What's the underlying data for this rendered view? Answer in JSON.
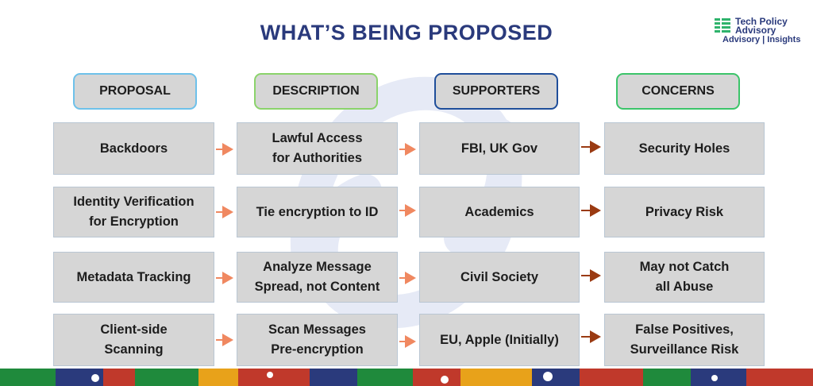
{
  "title": "WHAT’S BEING PROPOSED",
  "brand": {
    "line1": "Tech Policy",
    "line2": "Advisory",
    "line3": "Advisory | Insights"
  },
  "headers": [
    {
      "label": "PROPOSAL",
      "color": "#6ec1ea"
    },
    {
      "label": "DESCRIPTION",
      "color": "#8bd36b"
    },
    {
      "label": "SUPPORTERS",
      "color": "#1f4e9a"
    },
    {
      "label": "CONCERNS",
      "color": "#3cc46a"
    }
  ],
  "rows": [
    [
      "Backdoors",
      "Lawful Access\nfor Authorities",
      "FBI, UK Gov",
      "Security Holes"
    ],
    [
      "Identity Verification\nfor Encryption",
      "Tie encryption to ID",
      "Academics",
      "Privacy Risk"
    ],
    [
      "Metadata Tracking",
      "Analyze Message\nSpread, not Content",
      "Civil Society",
      "May not Catch\nall Abuse"
    ],
    [
      "Client-side\nScanning",
      "Scan Messages\nPre-encryption",
      "EU, Apple (Initially)",
      "False Positives,\nSurveillance Risk"
    ]
  ],
  "arrow_colors": {
    "light": "#f08860",
    "dark": "#9a3a12"
  }
}
